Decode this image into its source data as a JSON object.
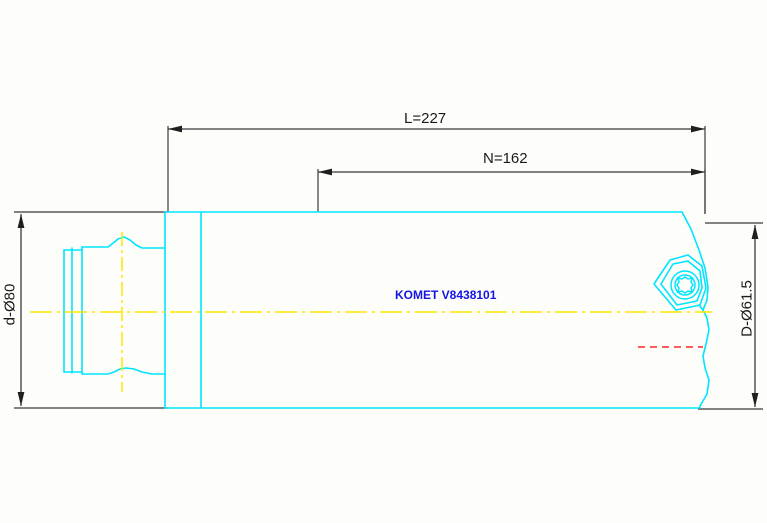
{
  "drawing": {
    "type": "cad-technical-drawing",
    "background_color": "#fdfdfa",
    "part_label": "KOMET V8438101",
    "part_label_color": "#1414e6",
    "outline_color": "#00e5ff",
    "centerline_color": "#ffe600",
    "dimension_color": "#333333",
    "hidden_line_color": "#ff4444"
  },
  "dimensions": {
    "length_overall": {
      "name": "L",
      "label": "L=227",
      "value": 227,
      "orientation": "horizontal"
    },
    "length_projection": {
      "name": "N",
      "label": "N=162",
      "value": 162,
      "orientation": "horizontal"
    },
    "shank_diameter": {
      "name": "d",
      "label": "d-Ø80",
      "value": 80,
      "orientation": "vertical"
    },
    "cut_diameter": {
      "name": "D",
      "label": "D-Ø61.5",
      "value": 61.5,
      "orientation": "vertical"
    }
  },
  "features": {
    "shank": "tapered-hsk-shank",
    "body": "cylindrical-boring-bar",
    "insert": "triangular-indexable-insert",
    "screw": "torx-clamping-screw",
    "centerline": "axis-centerline",
    "hidden_edge": "hidden-reference-line"
  }
}
